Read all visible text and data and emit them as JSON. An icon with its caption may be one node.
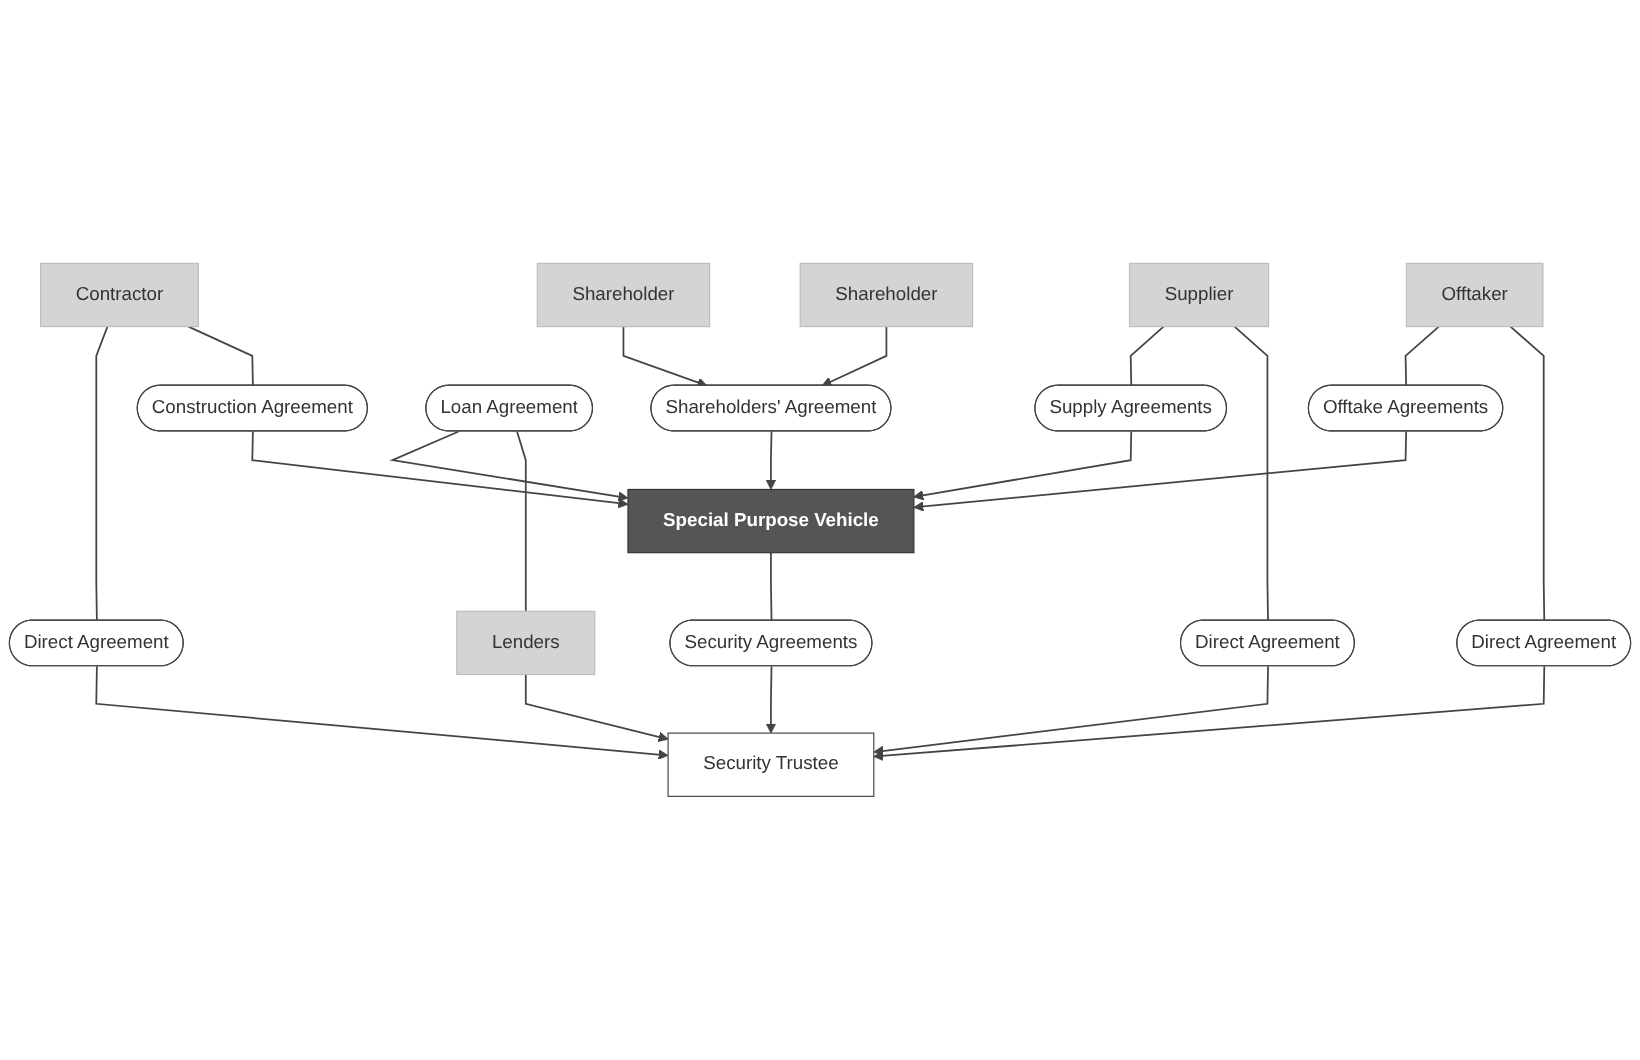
{
  "diagram": {
    "nodes": [
      {
        "text": [
          "Contractor"
        ]
      },
      {
        "text": [
          "Direct Agreement"
        ]
      },
      {
        "text": [
          "Construction Agreement"
        ]
      },
      {
        "text": [
          "Shareholder"
        ]
      },
      {
        "text": [
          "Shareholders' Agreement"
        ]
      },
      {
        "text": [
          "Loan Agreement"
        ]
      },
      {
        "text": [
          "Shareholder"
        ]
      },
      {
        "text": [
          "Lenders"
        ]
      },
      {
        "text": [
          "Special Purpose Vehicle"
        ]
      },
      {
        "text": [
          "Security Trustee"
        ]
      },
      {
        "text": [
          "Supply Agreements"
        ]
      },
      {
        "text": [
          "Security Agreements"
        ]
      },
      {
        "text": [
          "Offtake Agreements"
        ]
      },
      {
        "text": [
          "Direct Agreement"
        ]
      },
      {
        "text": [
          "Supplier"
        ]
      },
      {
        "text": [
          "Offtaker"
        ]
      },
      {
        "text": [
          "Direct Agreement"
        ]
      }
    ],
    "edges": [
      {
        "from": 0,
        "to": 1,
        "arrow": "none"
      },
      {
        "from": 0,
        "to": 2,
        "arrow": "none"
      },
      {
        "from": 1,
        "to": 9,
        "arrow": "to"
      },
      {
        "from": 2,
        "to": 8,
        "arrow": "to"
      },
      {
        "from": 3,
        "to": 4,
        "arrow": "to"
      },
      {
        "from": 6,
        "to": 4,
        "arrow": "to"
      },
      {
        "from": 4,
        "to": 8,
        "arrow": "to"
      },
      {
        "from": 5,
        "to": 8,
        "arrow": "to"
      },
      {
        "from": 5,
        "to": 7,
        "arrow": "none"
      },
      {
        "from": 7,
        "to": 9,
        "arrow": "to"
      },
      {
        "from": 8,
        "to": 11,
        "arrow": "none"
      },
      {
        "from": 11,
        "to": 9,
        "arrow": "to"
      },
      {
        "from": 10,
        "to": 8,
        "arrow": "to"
      },
      {
        "from": 14,
        "to": 10,
        "arrow": "none"
      },
      {
        "from": 12,
        "to": 8,
        "arrow": "to"
      },
      {
        "from": 15,
        "to": 12,
        "arrow": "none"
      },
      {
        "from": 15,
        "to": 13,
        "arrow": "none"
      },
      {
        "from": 13,
        "to": 9,
        "arrow": "to"
      },
      {
        "from": 14,
        "to": 16,
        "arrow": "none"
      },
      {
        "from": 16,
        "to": 9,
        "arrow": "to"
      }
    ]
  }
}
